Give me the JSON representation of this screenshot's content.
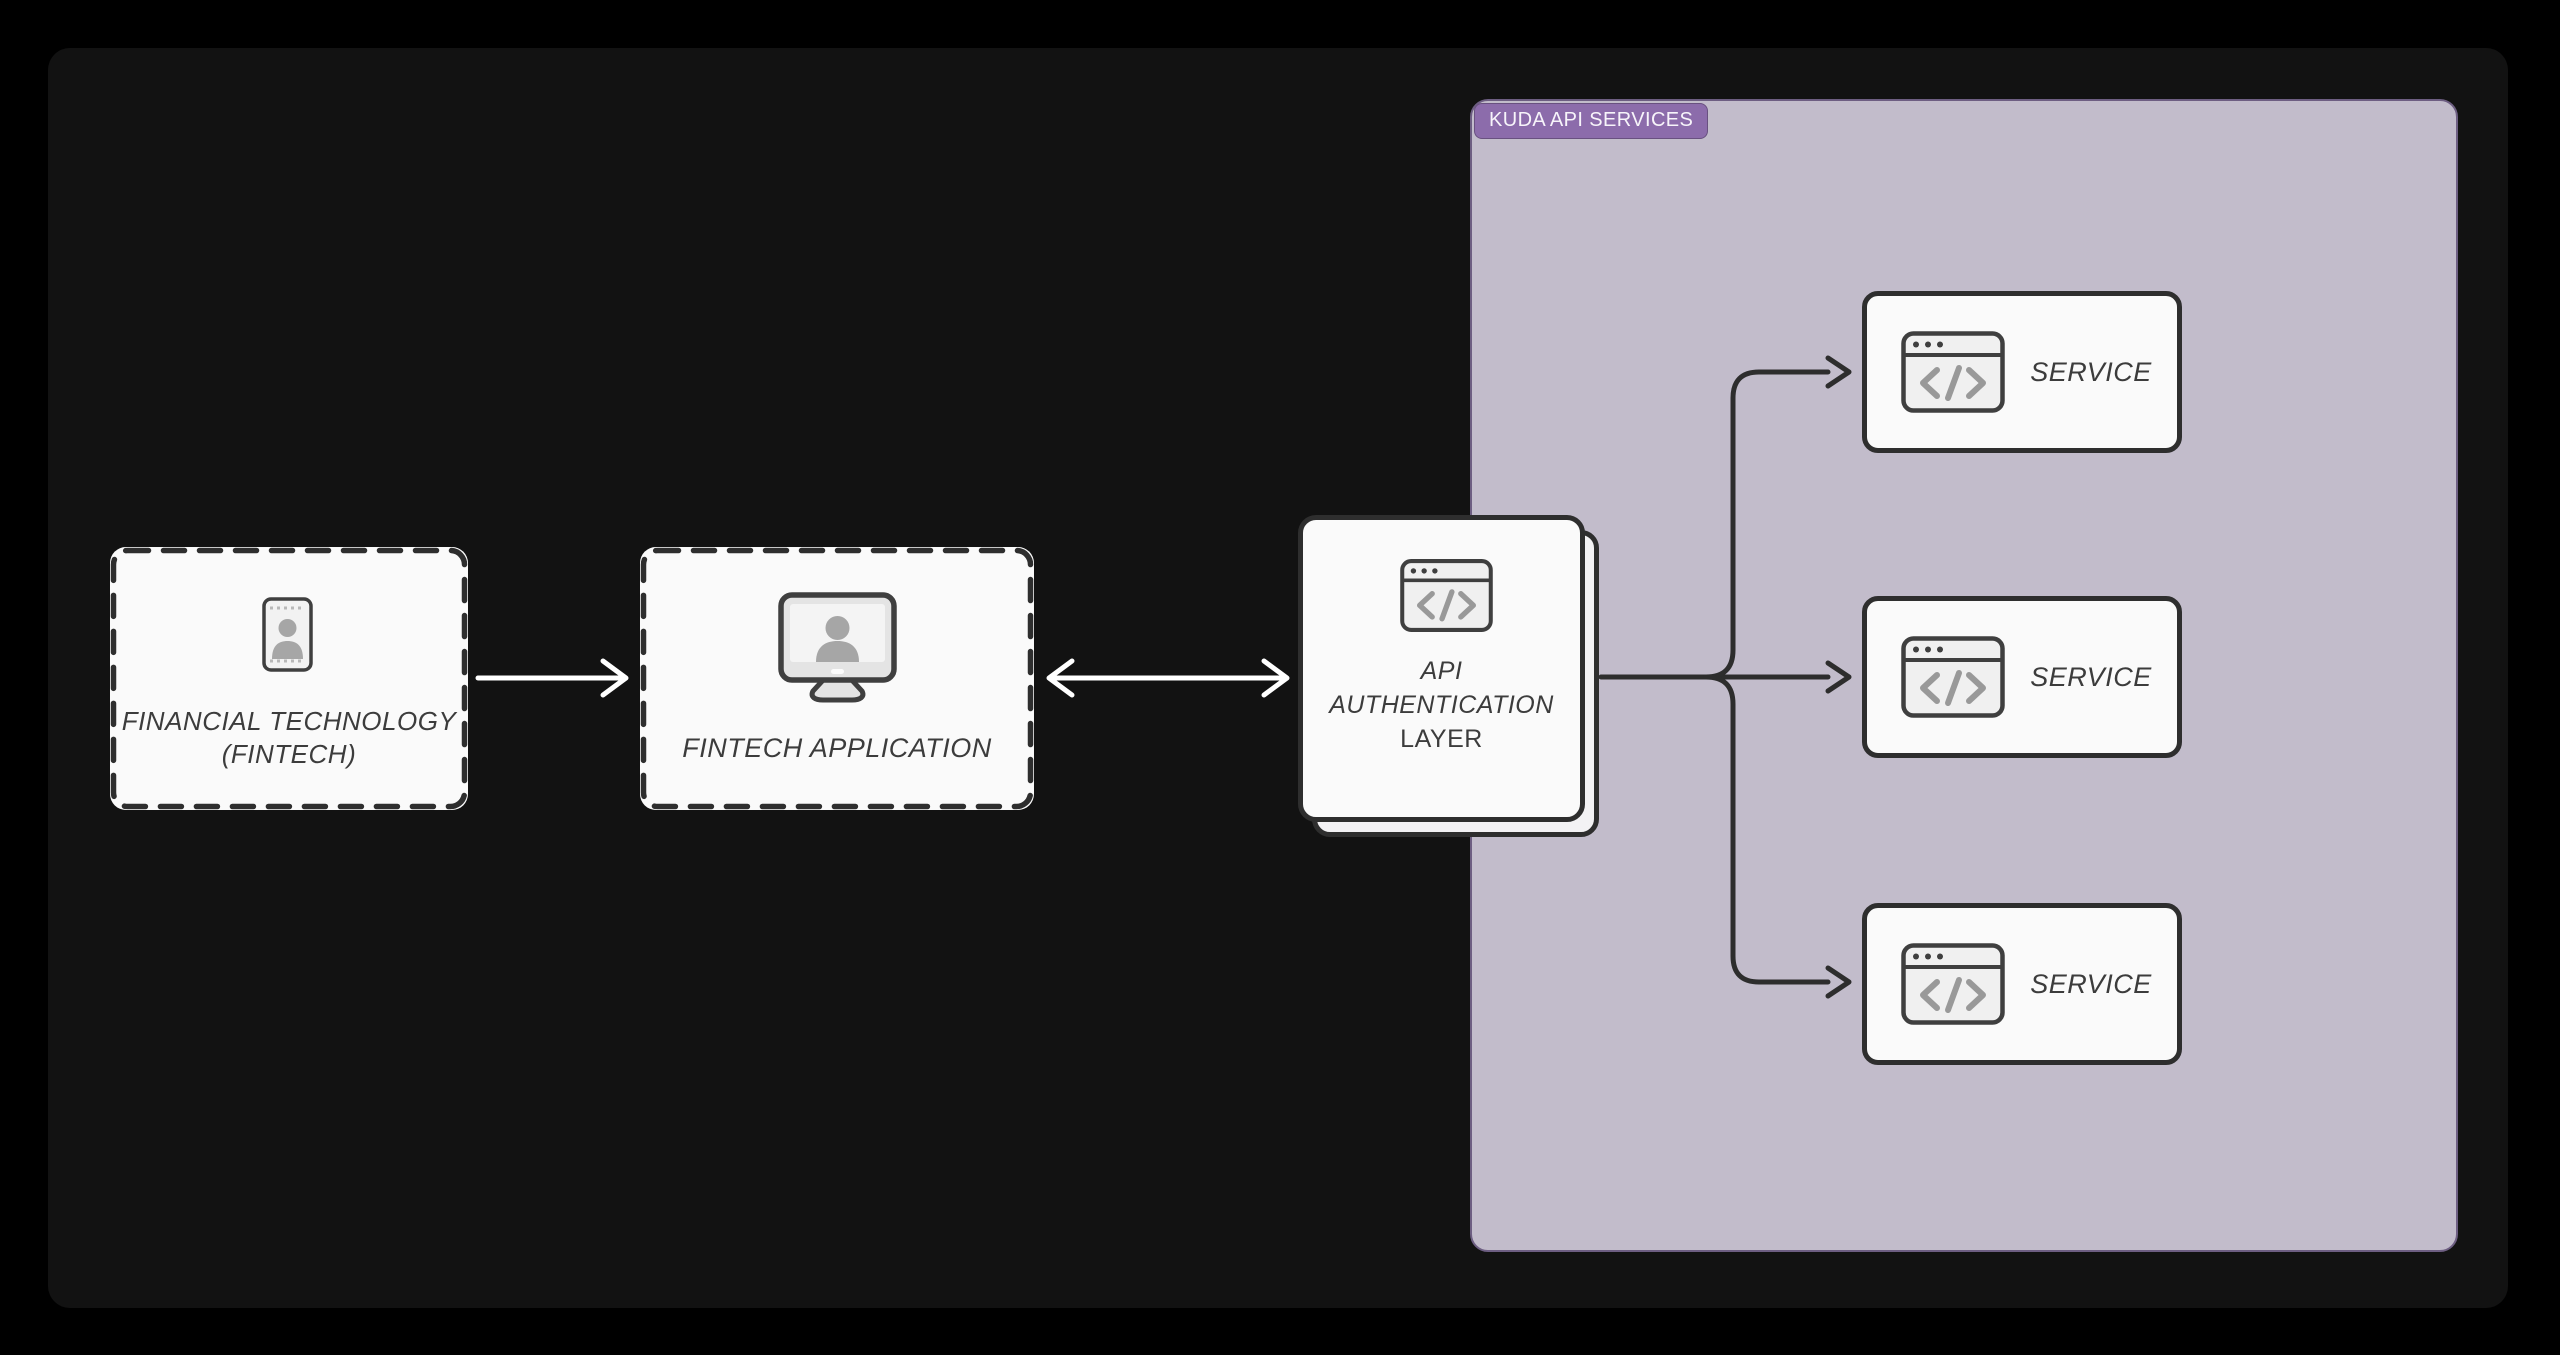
{
  "diagram": {
    "fintech_node": {
      "label_line1": "FINANCIAL TECHNOLOGY",
      "label_line2": "(FINTECH)",
      "icon": "id-card-user-icon"
    },
    "app_node": {
      "label": "FINTECH APPLICATION",
      "icon": "monitor-user-icon"
    },
    "auth_node": {
      "label_line1": "API",
      "label_line2": "AUTHENTICATION",
      "label_line3": "LAYER",
      "icon": "code-window-icon"
    },
    "kuda_panel": {
      "badge_label": "KUDA API SERVICES"
    },
    "service_nodes": [
      {
        "label": "SERVICE",
        "icon": "code-window-icon"
      },
      {
        "label": "SERVICE",
        "icon": "code-window-icon"
      },
      {
        "label": "SERVICE",
        "icon": "code-window-icon"
      }
    ]
  },
  "colors": {
    "outer_bg": "#000000",
    "surface_bg": "#121212",
    "card_bg": "#fafafa",
    "card_border": "#2e2e2e",
    "panel_bg": "#c2bccb",
    "panel_border": "#6d5e82",
    "badge_bg": "#8c6cab",
    "badge_text": "#f7f4fa",
    "text_dark": "#3c3c3c",
    "connector_dark": "#2d2d2d",
    "connector_white": "#ffffff",
    "icon_stroke": "#3f3f3f",
    "icon_fill": "#f0f0f0",
    "icon_gray": "#a6a6a6",
    "glyph_gray": "#999999"
  }
}
